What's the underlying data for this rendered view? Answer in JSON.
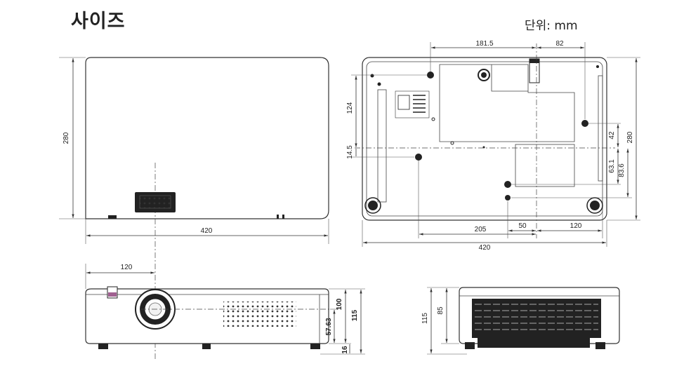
{
  "title": "사이즈",
  "unit_label": "단위: mm",
  "top_view": {
    "height_dim": "280",
    "width_dim": "420"
  },
  "bottom_view": {
    "dim_181_5": "181.5",
    "dim_82": "82",
    "dim_124": "124",
    "dim_14_5": "14.5",
    "dim_42": "42",
    "dim_280": "280",
    "dim_63_1": "63.1",
    "dim_83_6": "83.6",
    "dim_205": "205",
    "dim_50": "50",
    "dim_120": "120",
    "dim_420": "420"
  },
  "front_view": {
    "dim_120": "120",
    "dim_100": "100",
    "dim_115": "115",
    "dim_57_63": "57.63",
    "dim_16": "16"
  },
  "side_view": {
    "dim_115": "115",
    "dim_85": "85"
  }
}
